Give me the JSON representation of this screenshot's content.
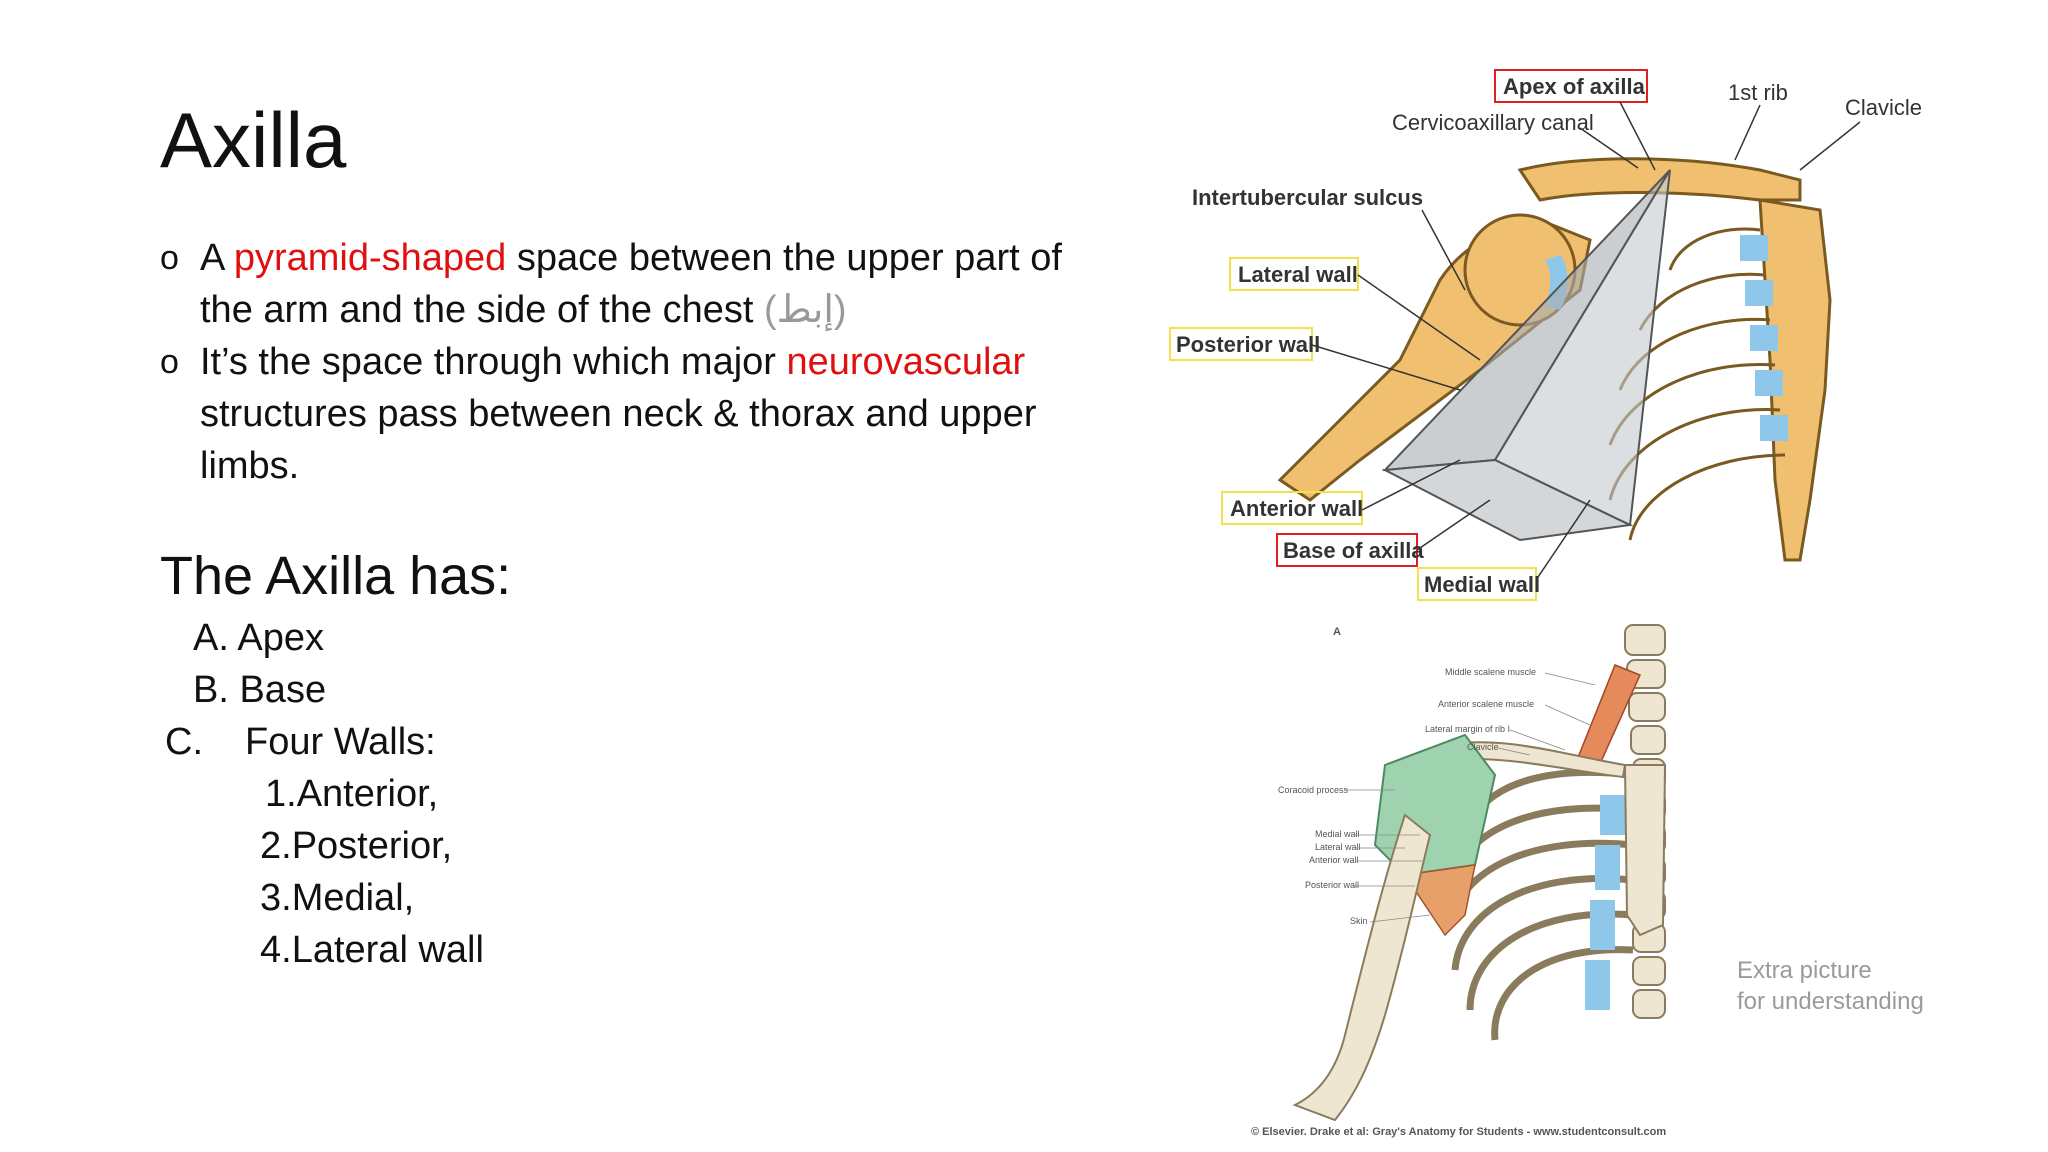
{
  "title": "Axilla",
  "bullet1": {
    "mark": "o",
    "pre": "A ",
    "highlight": "pyramid-shaped",
    "post": " space between the upper part of the arm and the side of the chest ",
    "arabic": "(إبط)"
  },
  "bullet2": {
    "mark": "o",
    "pre": "It’s the space through which major ",
    "highlight": "neurovascular",
    "post": " structures pass between neck & thorax and upper limbs."
  },
  "subheading": "The Axilla has:",
  "list": {
    "a": "A. Apex",
    "b": "B. Base",
    "c_letter": "C.",
    "c_text": "Four Walls:",
    "w1": "1.Anterior,",
    "w2": "2.Posterior,",
    "w3": "3.Medial,",
    "w4": "4.Lateral wall"
  },
  "diagram1": {
    "labels": {
      "apex": "Apex of axilla",
      "canal": "Cervicoaxillary canal",
      "rib": "1st rib",
      "clavicle": "Clavicle",
      "sulcus": "Intertubercular sulcus",
      "lateral": "Lateral wall",
      "posterior": "Posterior wall",
      "anterior": "Anterior wall",
      "base": "Base of axilla",
      "medial": "Medial wall"
    },
    "colors": {
      "bone": "#f0c070",
      "cartilage": "#8ec7ea",
      "red_box": "#e02020",
      "yellow_box": "#f2e24a"
    }
  },
  "diagram2": {
    "letter": "A",
    "labels": {
      "middle_scalene": "Middle scalene muscle",
      "anterior_scalene": "Anterior scalene muscle",
      "lateral_margin": "Lateral margin of rib I",
      "clavicle": "Clavicle",
      "coracoid": "Coracoid process",
      "medial": "Medial wall",
      "lateral": "Lateral wall",
      "anterior": "Anterior wall",
      "posterior": "Posterior wall",
      "skin": "Skin"
    },
    "caption": "© Elsevier. Drake et al: Gray's Anatomy for Students - www.studentconsult.com"
  },
  "extra_note": {
    "line1": "Extra picture",
    "line2": "for understanding"
  }
}
